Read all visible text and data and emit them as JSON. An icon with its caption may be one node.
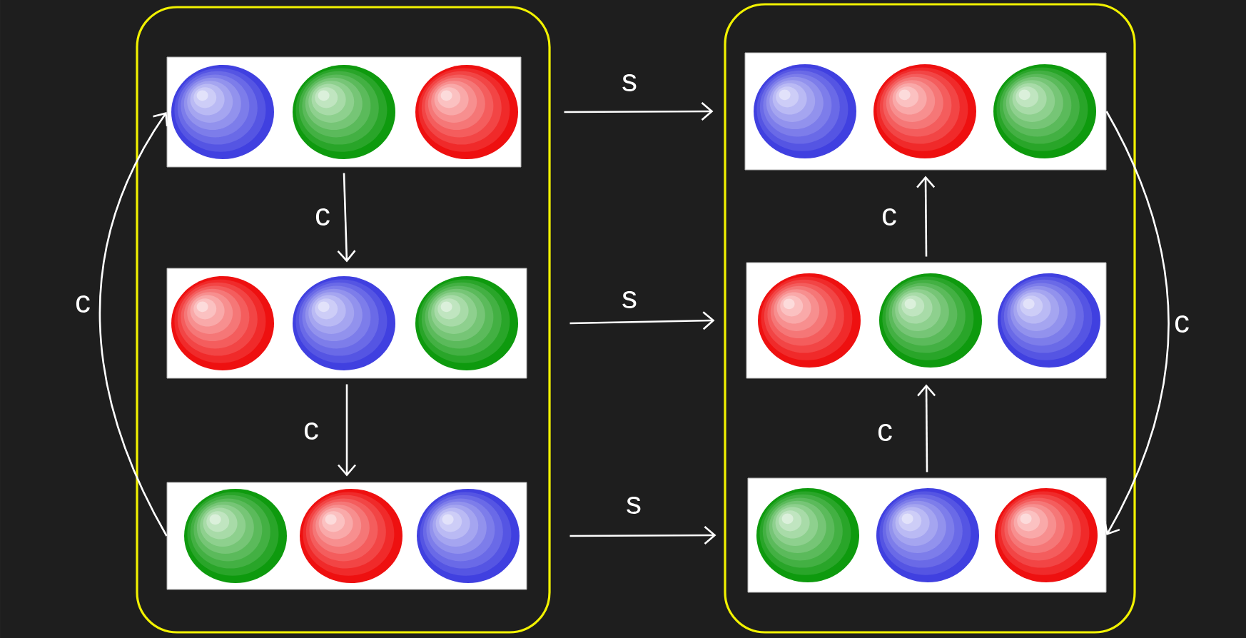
{
  "diagram": {
    "nodes": [
      {
        "text": [],
        "shape": "box"
      },
      {
        "text": [],
        "shape": "box",
        "in": 0
      },
      {
        "text": [],
        "shape": "box",
        "in": 0
      },
      {
        "text": [],
        "shape": "box",
        "in": 0
      },
      {
        "text": [],
        "shape": "box"
      },
      {
        "text": [],
        "shape": "box",
        "in": 4
      },
      {
        "text": [],
        "shape": "box",
        "in": 4
      },
      {
        "text": [],
        "shape": "box",
        "in": 4
      }
    ],
    "edges": [
      {
        "from": 1,
        "to": 2,
        "arrow": "to",
        "label": "c"
      },
      {
        "from": 2,
        "to": 3,
        "arrow": "to",
        "label": "c"
      },
      {
        "from": 3,
        "to": 1,
        "arrow": "to",
        "label": "c"
      },
      {
        "from": 1,
        "to": 5,
        "arrow": "to",
        "label": "s"
      },
      {
        "from": 2,
        "to": 6,
        "arrow": "to",
        "label": "s"
      },
      {
        "from": 3,
        "to": 7,
        "arrow": "to",
        "label": "s"
      },
      {
        "from": 7,
        "to": 6,
        "arrow": "to",
        "label": "c"
      },
      {
        "from": 6,
        "to": 5,
        "arrow": "to",
        "label": "c"
      },
      {
        "from": 5,
        "to": 7,
        "arrow": "to",
        "label": "c"
      }
    ]
  }
}
